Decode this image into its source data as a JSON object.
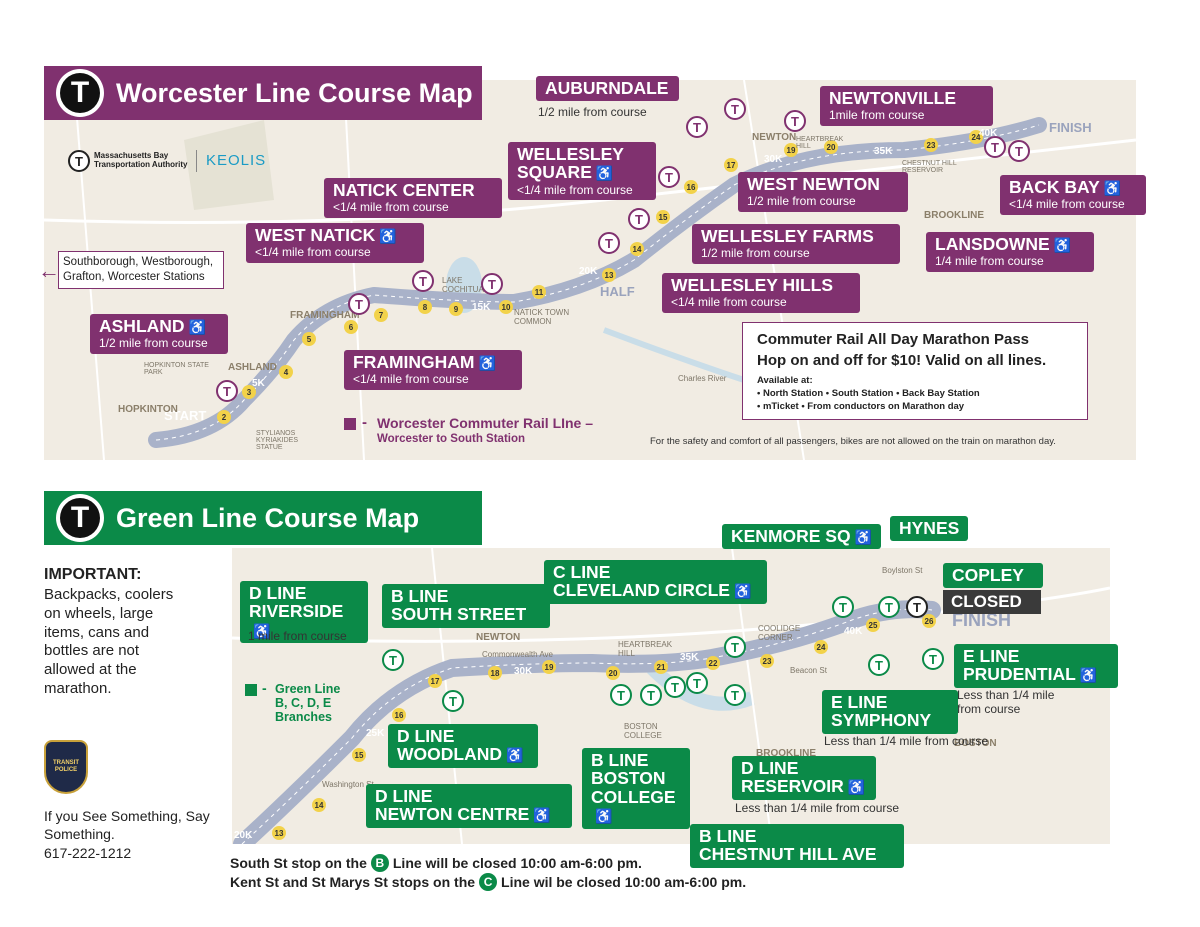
{
  "colors": {
    "purple": "#80316f",
    "green": "#0b8a48",
    "map_bg": "#f1ece3",
    "route": "#a9b2c9",
    "mile_marker": "#f2d24a"
  },
  "worcester": {
    "title": "Worcester Line Course Map",
    "t_logo": "T",
    "mbta_logo": "Massachusetts Bay Transportation Authority",
    "keolis_logo": "KEOLIS",
    "start_label": "START",
    "finish_label": "FINISH",
    "half_label": "HALF",
    "westbound_note": "Southborough, Westborough, Grafton, Worcester Stations",
    "stations": [
      {
        "name": "AUBURNDALE",
        "distance": "1/2 mile from course",
        "accessible": ""
      },
      {
        "name": "NEWTONVILLE",
        "distance": "1mile from course",
        "accessible": ""
      },
      {
        "name": "WELLESLEY SQUARE",
        "distance": "<1/4 mile from course",
        "accessible": "♿"
      },
      {
        "name": "NATICK CENTER",
        "distance": "<1/4 mile from course",
        "accessible": ""
      },
      {
        "name": "WEST NATICK",
        "distance": "<1/4 mile from course",
        "accessible": "♿"
      },
      {
        "name": "WEST NEWTON",
        "distance": "1/2 mile from course",
        "accessible": ""
      },
      {
        "name": "BACK BAY",
        "distance": "<1/4 mile from course",
        "accessible": "♿"
      },
      {
        "name": "WELLESLEY FARMS",
        "distance": "1/2 mile from course",
        "accessible": ""
      },
      {
        "name": "LANSDOWNE",
        "distance": "1/4 mile from course",
        "accessible": "♿"
      },
      {
        "name": "WELLESLEY HILLS",
        "distance": "<1/4 mile from course",
        "accessible": ""
      },
      {
        "name": "ASHLAND",
        "distance": "1/2 mile from course",
        "accessible": "♿"
      },
      {
        "name": "FRAMINGHAM",
        "distance": "<1/4 mile from course",
        "accessible": "♿"
      }
    ],
    "pass": {
      "title": "Commuter Rail All Day Marathon Pass",
      "subtitle": "Hop on and off for $10! Valid on all lines.",
      "available": "Available at:",
      "line1": "• North Station • South Station • Back Bay Station",
      "line2": "• mTicket • From conductors on Marathon day"
    },
    "legend": {
      "title": "Worcester Commuter Rail LIne –",
      "sub": "Worcester to South Station",
      "dash": "-"
    },
    "bike_note": "For the safety and comfort of all passengers, bikes are not allowed on the train on marathon day.",
    "map_labels": {
      "framingham": "FRAMINGHAM",
      "ashland": "ASHLAND",
      "hopkinton": "HOPKINTON",
      "newton": "NEWTON",
      "brookline": "BROOKLINE",
      "lake": "LAKE COCHITUATE",
      "natick": "NATICK TOWN COMMON",
      "hopkinton_park": "HOPKINTON STATE PARK",
      "stylianos": "STYLIANOS KYRIAKIDES STATUE",
      "charles": "Charles River",
      "heartbreak": "HEARTBREAK HILL",
      "chestnut": "CHESTNUT HILL RESERVOIR"
    }
  },
  "green": {
    "title": "Green Line Course Map",
    "t_logo": "T",
    "finish_label": "FINISH",
    "important_title": "IMPORTANT:",
    "important_body": "Backpacks, coolers on wheels, large items, cans and bottles are not allowed at the marathon.",
    "transit_police_badge": "TRANSIT POLICE",
    "see_something": "If you See Something, Say Something.",
    "phone": "617-222-1212",
    "legend": {
      "dash": "-",
      "text": "Green Line B, C, D, E Branches"
    },
    "stations": [
      {
        "line": "KENMORE SQ",
        "name": "",
        "distance": "",
        "accessible": "♿"
      },
      {
        "line": "HYNES",
        "name": "",
        "distance": "",
        "accessible": ""
      },
      {
        "line": "COPLEY",
        "name": "",
        "distance": "",
        "accessible": "",
        "status": "CLOSED"
      },
      {
        "line": "D LINE",
        "name": "RIVERSIDE",
        "distance": "1 mile from course",
        "accessible": "♿"
      },
      {
        "line": "B LINE",
        "name": "SOUTH STREET",
        "distance": "",
        "accessible": ""
      },
      {
        "line": "C LINE",
        "name": "CLEVELAND CIRCLE",
        "distance": "",
        "accessible": "♿"
      },
      {
        "line": "E LINE",
        "name": "PRUDENTIAL",
        "distance": "Less than 1/4 mile from course",
        "accessible": "♿"
      },
      {
        "line": "E LINE",
        "name": "SYMPHONY",
        "distance": "Less than 1/4 mile from course",
        "accessible": ""
      },
      {
        "line": "D LINE",
        "name": "WOODLAND",
        "distance": "",
        "accessible": "♿"
      },
      {
        "line": "B LINE",
        "name": "BOSTON COLLEGE",
        "distance": "",
        "accessible": "♿"
      },
      {
        "line": "D LINE",
        "name": "RESERVOIR",
        "distance": "Less than 1/4 mile from course",
        "accessible": "♿"
      },
      {
        "line": "D LINE",
        "name": "NEWTON CENTRE",
        "distance": "",
        "accessible": "♿"
      },
      {
        "line": "B LINE",
        "name": "CHESTNUT HILL AVE",
        "distance": "",
        "accessible": ""
      }
    ],
    "closure_notes": [
      {
        "before": "South St stop on the",
        "letter": "B",
        "after": "Line will be closed 10:00 am-6:00 pm."
      },
      {
        "before": "Kent St and St Marys St stops on the",
        "letter": "C",
        "after": "Line wil be closed 10:00 am-6:00 pm."
      }
    ],
    "map_labels": {
      "newton": "NEWTON",
      "boston_college": "BOSTON COLLEGE",
      "brookline": "BROOKLINE",
      "boston": "BOSTON",
      "heartbreak": "HEARTBREAK HILL",
      "coolidge": "COOLIDGE CORNER",
      "commonwealth": "Commonwealth Ave",
      "beacon": "Beacon St",
      "boylston": "Boylston St",
      "washington": "Washington St"
    }
  }
}
